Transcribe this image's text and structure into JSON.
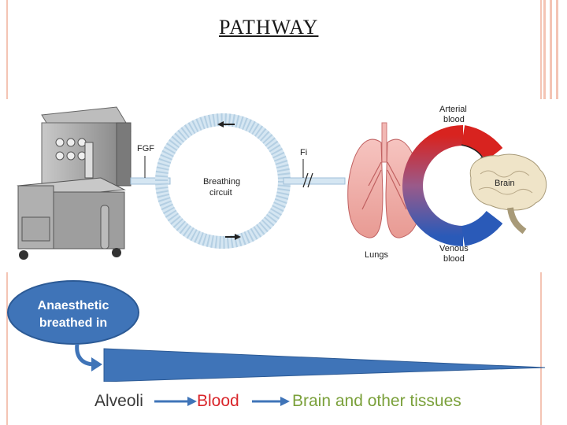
{
  "slide": {
    "title": "PATHWAY"
  },
  "diagram": {
    "labels": {
      "fgf": "FGF",
      "fi": "Fi",
      "breathing_circuit_line1": "Breathing",
      "breathing_circuit_line2": "circuit",
      "arterial_line1": "Arterial",
      "arterial_line2": "blood",
      "venous_line1": "Venous",
      "venous_line2": "blood",
      "brain": "Brain",
      "lungs": "Lungs"
    }
  },
  "flow": {
    "bubble_line1": "Anaesthetic",
    "bubble_line2": "breathed in",
    "steps": [
      "Alveoli",
      "Blood",
      "Brain and other tissues"
    ],
    "colors": {
      "alveoli": "#3a3a3a",
      "blood": "#d9252a",
      "tissues": "#7aa03a",
      "arrow": "#3f74b8",
      "wedge": "#3f74b8",
      "bubble": "#3f74b8"
    }
  }
}
